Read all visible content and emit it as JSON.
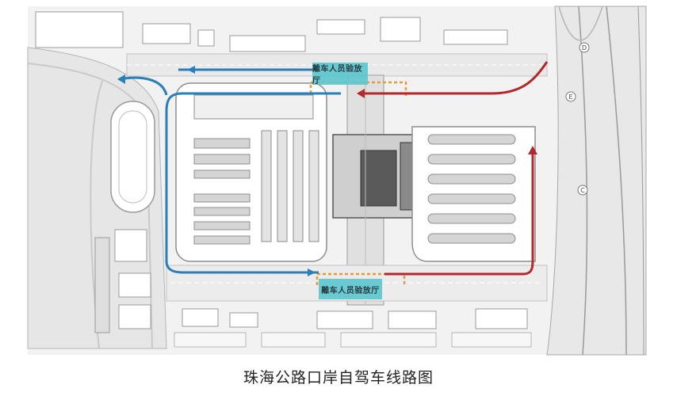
{
  "map": {
    "caption": "珠海公路口岸自驾车线路图",
    "halls": {
      "north_label": "離车人员验放厅",
      "south_label": "離车人员验放厅"
    },
    "road_markers": [
      "D",
      "E",
      "C"
    ],
    "route_colors": {
      "departure": "#2b7fb8",
      "arrival": "#b3282d",
      "hall": "#5ec8cf",
      "connector": "#e89a3a"
    },
    "icons": [
      "direction-arrow-icon"
    ]
  }
}
